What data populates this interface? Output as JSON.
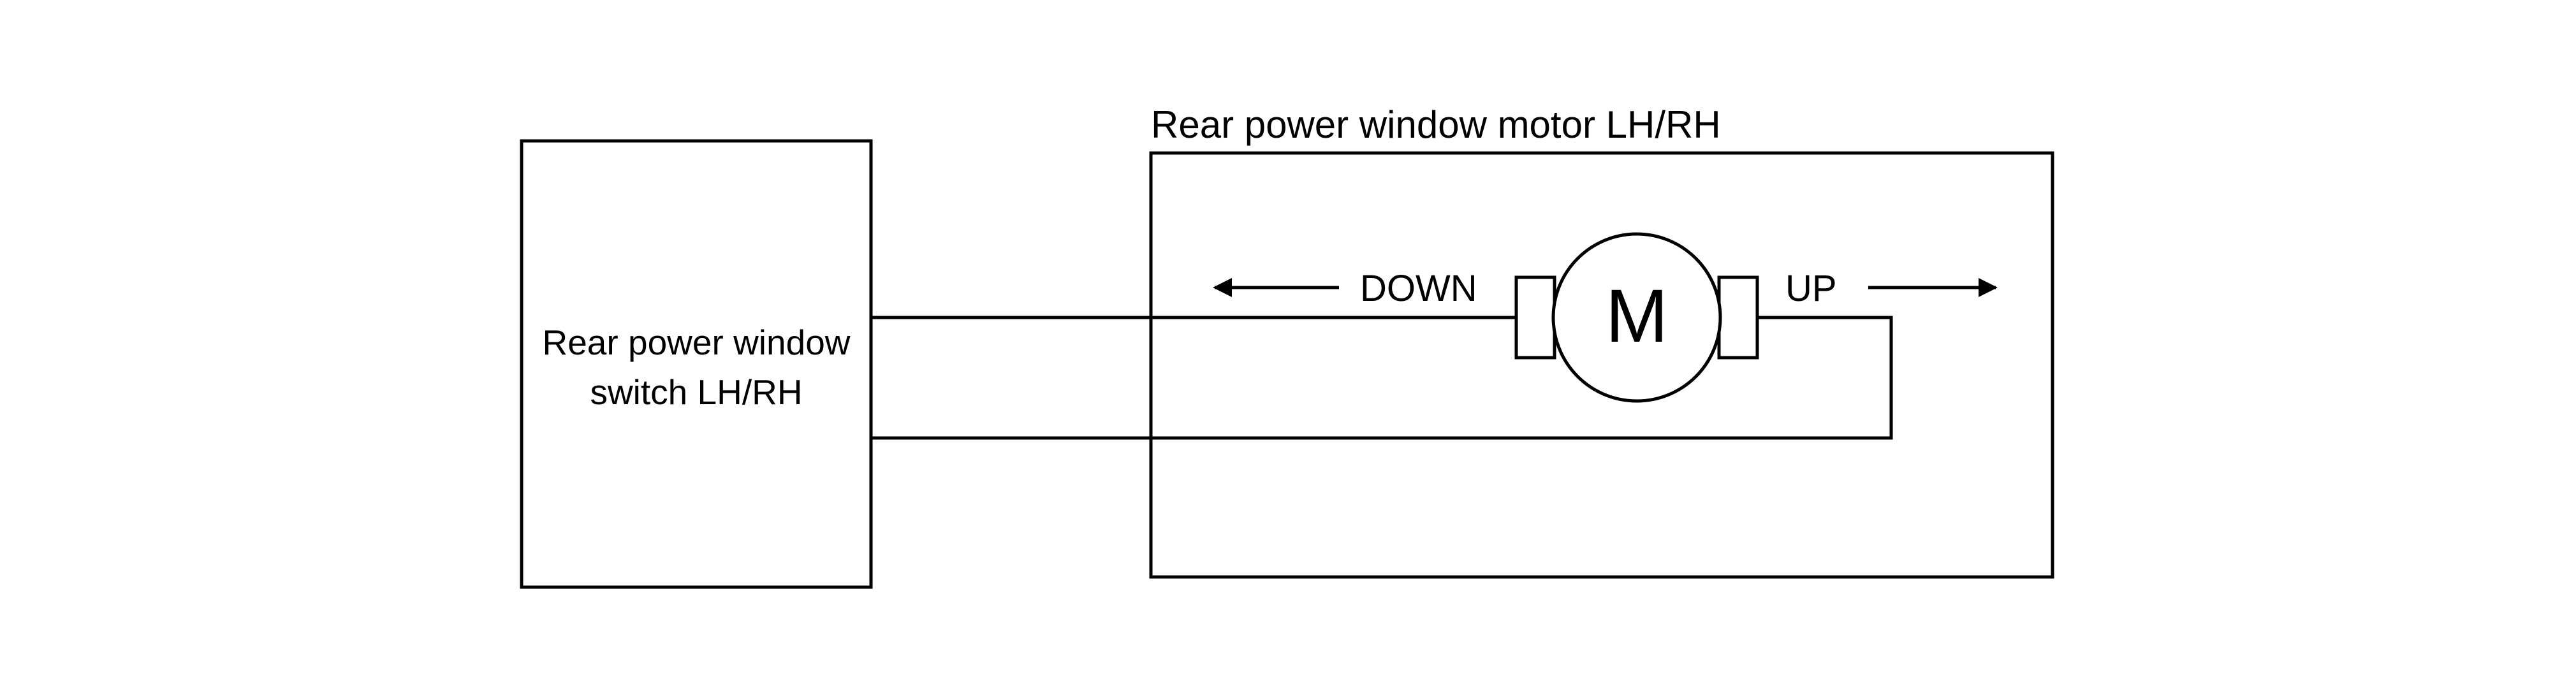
{
  "switch": {
    "label_line1": "Rear power window",
    "label_line2": "switch LH/RH"
  },
  "motor": {
    "title": "Rear power window motor LH/RH",
    "symbol": "M",
    "down_label": "DOWN",
    "up_label": "UP"
  }
}
